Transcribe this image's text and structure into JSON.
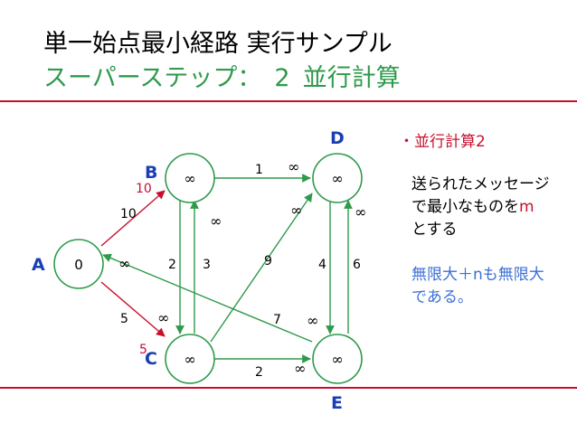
{
  "title": {
    "line1": "単一始点最小経路 実行サンプル",
    "line2_prefix": "スーパーステップ：",
    "line2_step": "2",
    "line2_suffix": "並行計算"
  },
  "nodes": [
    {
      "id": "A",
      "label": "A",
      "value": "0"
    },
    {
      "id": "B",
      "label": "B",
      "value": "∞"
    },
    {
      "id": "C",
      "label": "C",
      "value": "∞"
    },
    {
      "id": "D",
      "label": "D",
      "value": "∞"
    },
    {
      "id": "E",
      "label": "E",
      "value": "∞"
    }
  ],
  "edges": [
    {
      "from": "A",
      "to": "B",
      "weight": "10"
    },
    {
      "from": "A",
      "to": "C",
      "weight": "5"
    },
    {
      "from": "B",
      "to": "D",
      "weight": "1"
    },
    {
      "from": "B",
      "to": "C",
      "weight": "2"
    },
    {
      "from": "C",
      "to": "B",
      "weight": "3"
    },
    {
      "from": "C",
      "to": "D",
      "weight": "9"
    },
    {
      "from": "C",
      "to": "E",
      "weight": "2"
    },
    {
      "from": "D",
      "to": "E",
      "weight": "4"
    },
    {
      "from": "E",
      "to": "D",
      "weight": "6"
    },
    {
      "from": "E",
      "to": "A",
      "weight": "7"
    }
  ],
  "messages": {
    "to_b": "10",
    "to_c": "5",
    "inf": "∞"
  },
  "side": {
    "bullet": "・並行計算2",
    "p1_line1": "送られたメッセージ",
    "p1_line2_pre": "で最小なものを",
    "p1_line2_m": "m",
    "p1_line3": "とする",
    "p2_line1": "無限大＋nも無限大",
    "p2_line2": "である。"
  },
  "colors": {
    "green": "#2e9a4b",
    "red": "#c8102e",
    "blue": "#3b6fd6",
    "node_border": "#2e9a4b"
  }
}
